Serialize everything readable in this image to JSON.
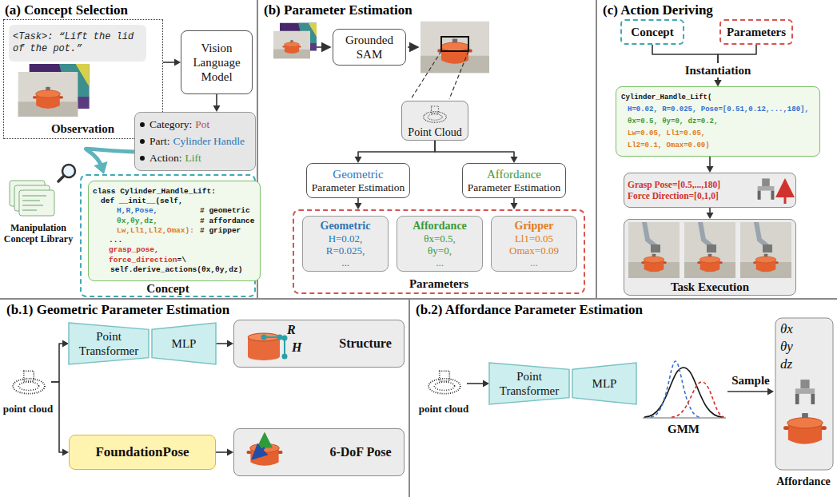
{
  "diagram": {
    "nodes": [
      {
        "text": [
          "(a) Concept Selection"
        ]
      },
      {
        "text": [
          "Observation"
        ],
        "in": 0
      },
      {
        "text": [
          "<Task>: “Lift the lid of the pot.”"
        ],
        "in": 1
      },
      {
        "text": [
          "Vision Language Model"
        ],
        "in": 0
      },
      {
        "text": [
          "Category:",
          "Pot",
          "Part:",
          "Cylinder Handle",
          "Action:",
          "Lift"
        ],
        "in": 0
      },
      {
        "text": [
          "Manipulation Concept Library"
        ],
        "in": 0
      },
      {
        "text": [
          "Concept"
        ],
        "in": 0
      },
      {
        "text": [
          "class Cylinder_Handle_Lift:",
          "def __init__(self,",
          "H,R,Pose,",
          "# geometric",
          "θx,θy,dz,",
          "# affordance",
          "Lw,Ll1,Ll2,Omax):",
          "# gripper",
          "...",
          "grasp_pose,",
          "force_direction",
          "=\\",
          "self.derive_actions(θx,θy,dz)"
        ],
        "in": 6
      },
      {
        "text": [
          "(b) Parameter Estimation"
        ]
      },
      {
        "text": [
          "Grounded SAM"
        ],
        "in": 8
      },
      {
        "text": [
          "Point Cloud"
        ],
        "in": 8
      },
      {
        "text": [
          "Geometric",
          "Parameter Estimation"
        ],
        "in": 8
      },
      {
        "text": [
          "Affordance",
          "Parameter Estimation"
        ],
        "in": 8
      },
      {
        "text": [
          "Parameters"
        ],
        "in": 8
      },
      {
        "text": [
          "Geometric",
          "H=0.02,",
          "R=0.025,",
          "..."
        ],
        "in": 13
      },
      {
        "text": [
          "Affordance",
          "θx=0.5,",
          "θy=0,",
          "..."
        ],
        "in": 13
      },
      {
        "text": [
          "Gripper",
          "Ll1=0.05",
          "Omax=0.09",
          "..."
        ],
        "in": 13
      },
      {
        "text": [
          "(c) Action Deriving"
        ]
      },
      {
        "text": [
          "Concept"
        ],
        "in": 17
      },
      {
        "text": [
          "Parameters"
        ],
        "in": 17
      },
      {
        "text": [
          "Cylinder_Handle_Lift(",
          "H=0.02, R=0.025, Pose=[0.51,0.12,...,180],",
          "θx=0.5, θy=0, dz=0.2,",
          "Lw=0.05, Ll1=0.05,",
          "Ll2=0.1, Omax=0.09)"
        ],
        "in": 17
      },
      {
        "text": [
          "Grasp Pose=[0.5,...,180]",
          "Force Direction=[0,1,0]"
        ],
        "in": 17
      },
      {
        "text": [
          "Task Execution"
        ],
        "in": 17
      },
      {
        "text": [
          "(b.1) Geometric Parameter Estimation"
        ]
      },
      {
        "text": [
          "point cloud"
        ],
        "in": 23
      },
      {
        "text": [
          "Point Transformer"
        ],
        "in": 23
      },
      {
        "text": [
          "MLP"
        ],
        "in": 23
      },
      {
        "text": [
          "R",
          "H",
          "Structure"
        ],
        "in": 23
      },
      {
        "text": [
          "FoundationPose"
        ],
        "in": 23
      },
      {
        "text": [
          "6-DoF Pose"
        ],
        "in": 23
      },
      {
        "text": [
          "(b.2) Affordance Parameter Estimation"
        ]
      },
      {
        "text": [
          "point cloud"
        ],
        "in": 30
      },
      {
        "text": [
          "Point Transformer"
        ],
        "in": 30
      },
      {
        "text": [
          "MLP"
        ],
        "in": 30
      },
      {
        "text": [
          "GMM"
        ],
        "in": 30
      },
      {
        "text": [
          "θx",
          "θy",
          "dz",
          "Affordance"
        ],
        "in": 30
      }
    ],
    "edges": [
      {
        "from": 1,
        "to": 3,
        "arrow": "to"
      },
      {
        "from": 3,
        "to": 4,
        "arrow": "to"
      },
      {
        "from": 4,
        "to": 6,
        "arrow": "to"
      },
      {
        "from": 10,
        "to": 11,
        "arrow": "to"
      },
      {
        "from": 10,
        "to": 12,
        "arrow": "to"
      },
      {
        "from": 11,
        "to": 13,
        "arrow": "to"
      },
      {
        "from": 12,
        "to": 13,
        "arrow": "to"
      },
      {
        "from": 18,
        "to": 20,
        "label": "Instantiation",
        "arrow": "to"
      },
      {
        "from": 19,
        "to": 20,
        "arrow": "to"
      },
      {
        "from": 20,
        "to": 21,
        "arrow": "to"
      },
      {
        "from": 21,
        "to": 22,
        "arrow": "to"
      },
      {
        "from": 24,
        "to": 25,
        "arrow": "to"
      },
      {
        "from": 24,
        "to": 28,
        "arrow": "to"
      },
      {
        "from": 26,
        "to": 27,
        "arrow": "to"
      },
      {
        "from": 28,
        "to": 29,
        "arrow": "to"
      },
      {
        "from": 31,
        "to": 32,
        "arrow": "to"
      },
      {
        "from": 34,
        "to": 35,
        "label": "Sample",
        "arrow": "to"
      }
    ]
  }
}
